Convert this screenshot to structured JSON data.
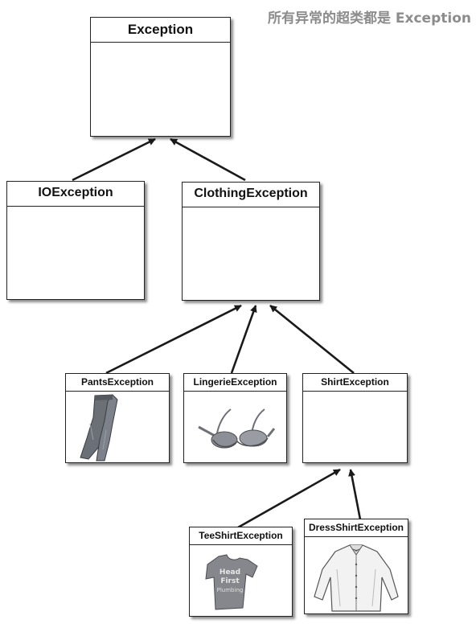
{
  "caption": "所有异常的超类都是 Exception",
  "classes": {
    "exception": "Exception",
    "io_exception": "IOException",
    "clothing_exception": "ClothingException",
    "pants_exception": "PantsException",
    "lingerie_exception": "LingerieException",
    "shirt_exception": "ShirtException",
    "tee_shirt_exception": "TeeShirtException",
    "dress_shirt_exception": "DressShirtException"
  },
  "tee_print": [
    "Head",
    "First",
    "Plumbing"
  ],
  "colors": {
    "border": "#222222",
    "arrow": "#1a1a1a",
    "caption": "#8c8c8c"
  }
}
